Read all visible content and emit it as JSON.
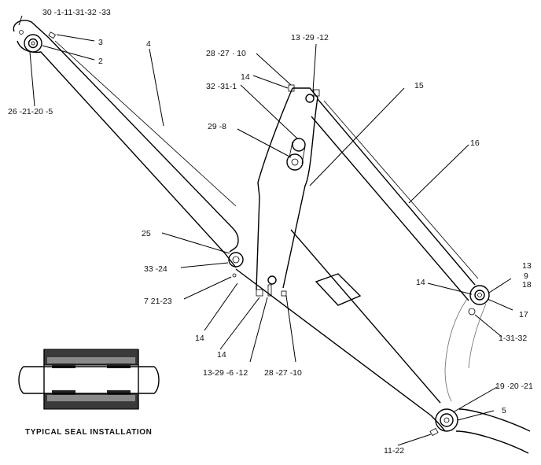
{
  "callouts": {
    "top_left": "30 -1-11-31-32 -33",
    "c3": "3",
    "c2": "2",
    "c4": "4",
    "left_pin": "26 -21-20 -5",
    "c28_27_10_top": "28 -27 · 10",
    "c13_29_12_top": "13 -29 -12",
    "c14_top": "14",
    "c32_31_1": "32 -31-1",
    "c15": "15",
    "c29_8": "29 -8",
    "c16": "16",
    "c25": "25",
    "c33_24": "33 -24",
    "c7_21_23": "7 21-23",
    "c14_left": "14",
    "c14_mid": "14",
    "c13_29_6_12": "13-29 -6 -12",
    "c28_27_10_bottom": "28 -27 -10",
    "c14_right": "14",
    "c13": "13",
    "c9": "9",
    "c18": "18",
    "c17": "17",
    "c1_31_32": "1-31-32",
    "c19_20_21": "19 ·20 -21",
    "c5": "5",
    "c11_22": "11-22"
  },
  "caption": "TYPICAL SEAL INSTALLATION"
}
